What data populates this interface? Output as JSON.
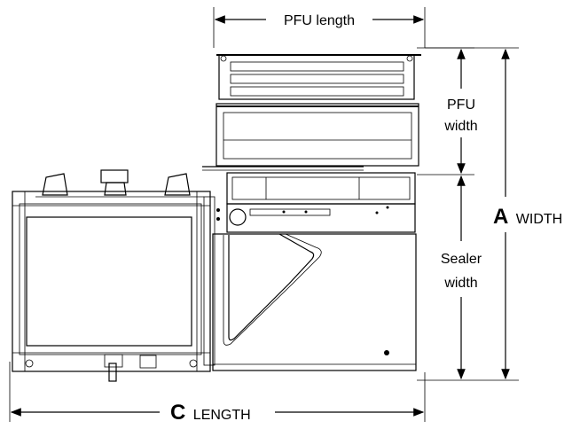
{
  "labels": {
    "pfu_length": "PFU length",
    "pfu_width_line1": "PFU",
    "pfu_width_line2": "width",
    "sealer_width_line1": "Sealer",
    "sealer_width_line2": "width",
    "a_letter": "A",
    "a_word": "WIDTH",
    "c_letter": "C",
    "c_word": "LENGTH"
  },
  "colors": {
    "line": "#000000",
    "background": "#ffffff"
  }
}
